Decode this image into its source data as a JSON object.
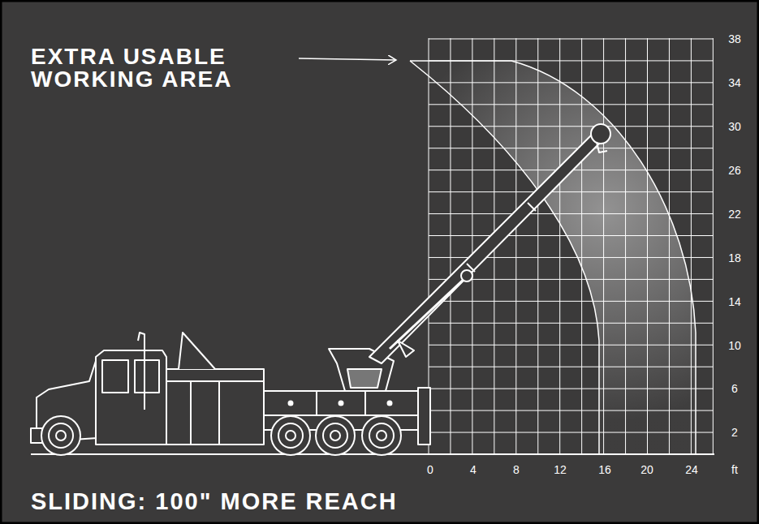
{
  "diagram": {
    "caption": "SLIDING: 100\" MORE REACH",
    "labels": [
      "EXTRA USABLE WORKING AREA",
      "38",
      "34",
      "30",
      "26",
      "22",
      "18",
      "14",
      "10",
      "6",
      "2",
      "0",
      "4",
      "8",
      "12",
      "16",
      "20",
      "24",
      "ft"
    ]
  }
}
